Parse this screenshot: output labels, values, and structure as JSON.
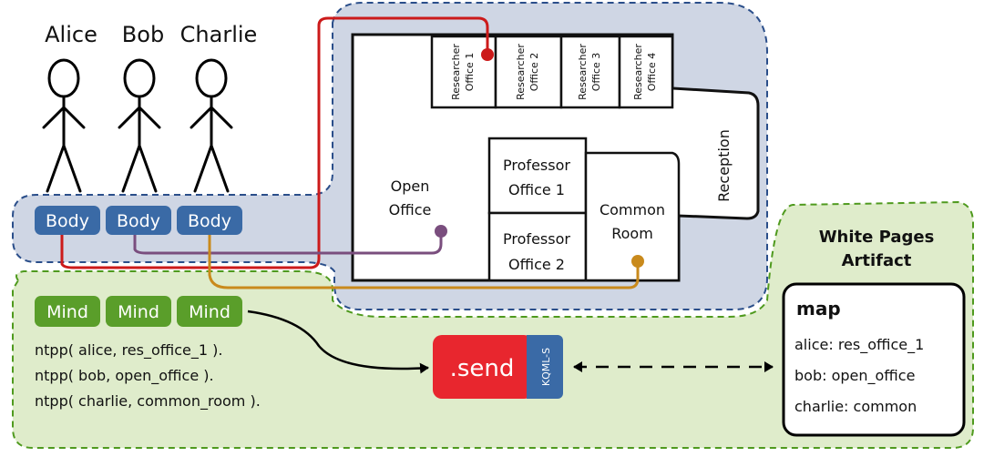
{
  "agents": {
    "names": [
      "Alice",
      "Bob",
      "Charlie"
    ],
    "body_label": "Body",
    "mind_label": "Mind"
  },
  "building": {
    "researcher_offices": [
      [
        "Researcher",
        "Office 1"
      ],
      [
        "Researcher",
        "Office 2"
      ],
      [
        "Researcher",
        "Office 3"
      ],
      [
        "Researcher",
        "Office 4"
      ]
    ],
    "open_office": [
      "Open",
      "Office"
    ],
    "professor_office_1": [
      "Professor",
      "Office 1"
    ],
    "professor_office_2": [
      "Professor",
      "Office 2"
    ],
    "common_room": [
      "Common",
      "Room"
    ],
    "reception": "Reception"
  },
  "mind_code": [
    "ntpp( alice, res_office_1 ).",
    "ntpp( bob, open_office ).",
    "ntpp( charlie, common_room )."
  ],
  "send": {
    "label": ".send",
    "protocol": "KQML-S"
  },
  "white_pages": {
    "title": [
      "White Pages",
      "Artifact"
    ],
    "map_title": "map",
    "entries": [
      "alice: res_office_1",
      "bob: open_office",
      "charlie: common"
    ]
  },
  "colors": {
    "body_box": "#3a6aa6",
    "mind_box": "#5a9e2a",
    "blue_region": "#cfd6e4",
    "green_region": "#dfeccb",
    "alice_line": "#cc1a1a",
    "bob_line": "#7a4e7e",
    "charlie_line": "#c98a1c",
    "send_red": "#e8262e"
  }
}
